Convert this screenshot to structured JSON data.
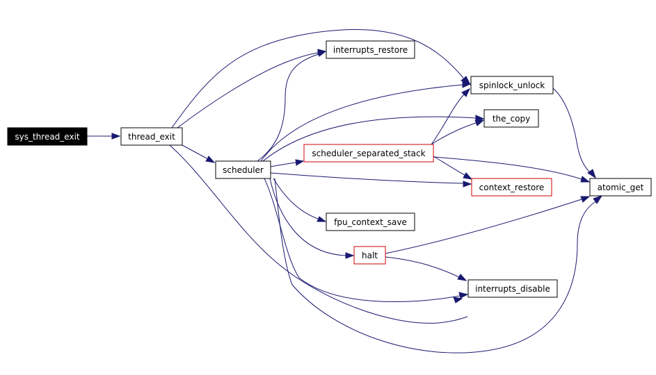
{
  "colors": {
    "edge": "#191970",
    "node_border": "#000000",
    "node_border_truncated": "#cc0000",
    "root_fill": "#000000",
    "root_text": "#ffffff",
    "node_fill": "#ffffff",
    "node_text": "#000000"
  },
  "nodes": [
    {
      "id": "sys_thread_exit",
      "label": "sys_thread_exit",
      "style": "root"
    },
    {
      "id": "thread_exit",
      "label": "thread_exit",
      "style": "normal"
    },
    {
      "id": "scheduler",
      "label": "scheduler",
      "style": "normal"
    },
    {
      "id": "interrupts_restore",
      "label": "interrupts_restore",
      "style": "normal"
    },
    {
      "id": "spinlock_unlock",
      "label": "spinlock_unlock",
      "style": "normal"
    },
    {
      "id": "the_copy",
      "label": "the_copy",
      "style": "normal"
    },
    {
      "id": "scheduler_separated_stack",
      "label": "scheduler_separated_stack",
      "style": "truncated"
    },
    {
      "id": "context_restore",
      "label": "context_restore",
      "style": "truncated"
    },
    {
      "id": "atomic_get",
      "label": "atomic_get",
      "style": "normal"
    },
    {
      "id": "fpu_context_save",
      "label": "fpu_context_save",
      "style": "normal"
    },
    {
      "id": "halt",
      "label": "halt",
      "style": "truncated"
    },
    {
      "id": "interrupts_disable",
      "label": "interrupts_disable",
      "style": "normal"
    }
  ],
  "edges": [
    {
      "from": "sys_thread_exit",
      "to": "thread_exit"
    },
    {
      "from": "thread_exit",
      "to": "spinlock_unlock"
    },
    {
      "from": "thread_exit",
      "to": "interrupts_restore"
    },
    {
      "from": "thread_exit",
      "to": "scheduler"
    },
    {
      "from": "thread_exit",
      "to": "interrupts_disable"
    },
    {
      "from": "scheduler",
      "to": "interrupts_restore"
    },
    {
      "from": "scheduler",
      "to": "spinlock_unlock"
    },
    {
      "from": "scheduler",
      "to": "the_copy"
    },
    {
      "from": "scheduler",
      "to": "scheduler_separated_stack"
    },
    {
      "from": "scheduler",
      "to": "context_restore"
    },
    {
      "from": "scheduler",
      "to": "fpu_context_save"
    },
    {
      "from": "scheduler",
      "to": "halt"
    },
    {
      "from": "scheduler",
      "to": "interrupts_disable"
    },
    {
      "from": "scheduler",
      "to": "atomic_get"
    },
    {
      "from": "scheduler_separated_stack",
      "to": "spinlock_unlock"
    },
    {
      "from": "scheduler_separated_stack",
      "to": "the_copy"
    },
    {
      "from": "scheduler_separated_stack",
      "to": "context_restore"
    },
    {
      "from": "scheduler_separated_stack",
      "to": "atomic_get"
    },
    {
      "from": "spinlock_unlock",
      "to": "atomic_get"
    },
    {
      "from": "halt",
      "to": "atomic_get"
    },
    {
      "from": "halt",
      "to": "interrupts_disable"
    }
  ]
}
